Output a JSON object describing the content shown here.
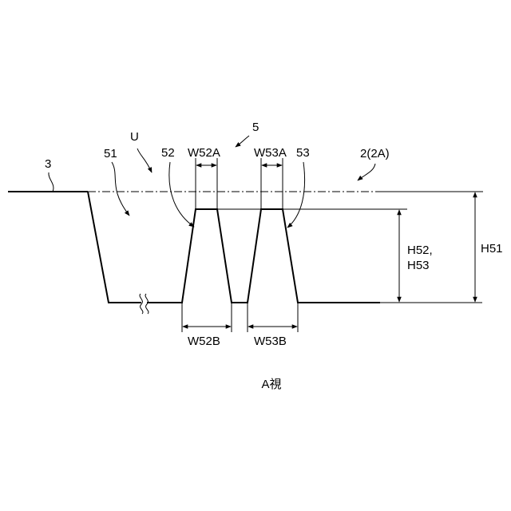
{
  "labels": {
    "ref_5": "5",
    "ref_U": "U",
    "ref_51": "51",
    "ref_52": "52",
    "ref_53": "53",
    "ref_3": "3",
    "ref_2": "2(2A)",
    "w52a": "W52A",
    "w53a": "W53A",
    "w52b": "W52B",
    "w53b": "W53B",
    "h52_line1": "H52,",
    "h52_line2": "H53",
    "h51": "H51",
    "caption": "A視"
  }
}
